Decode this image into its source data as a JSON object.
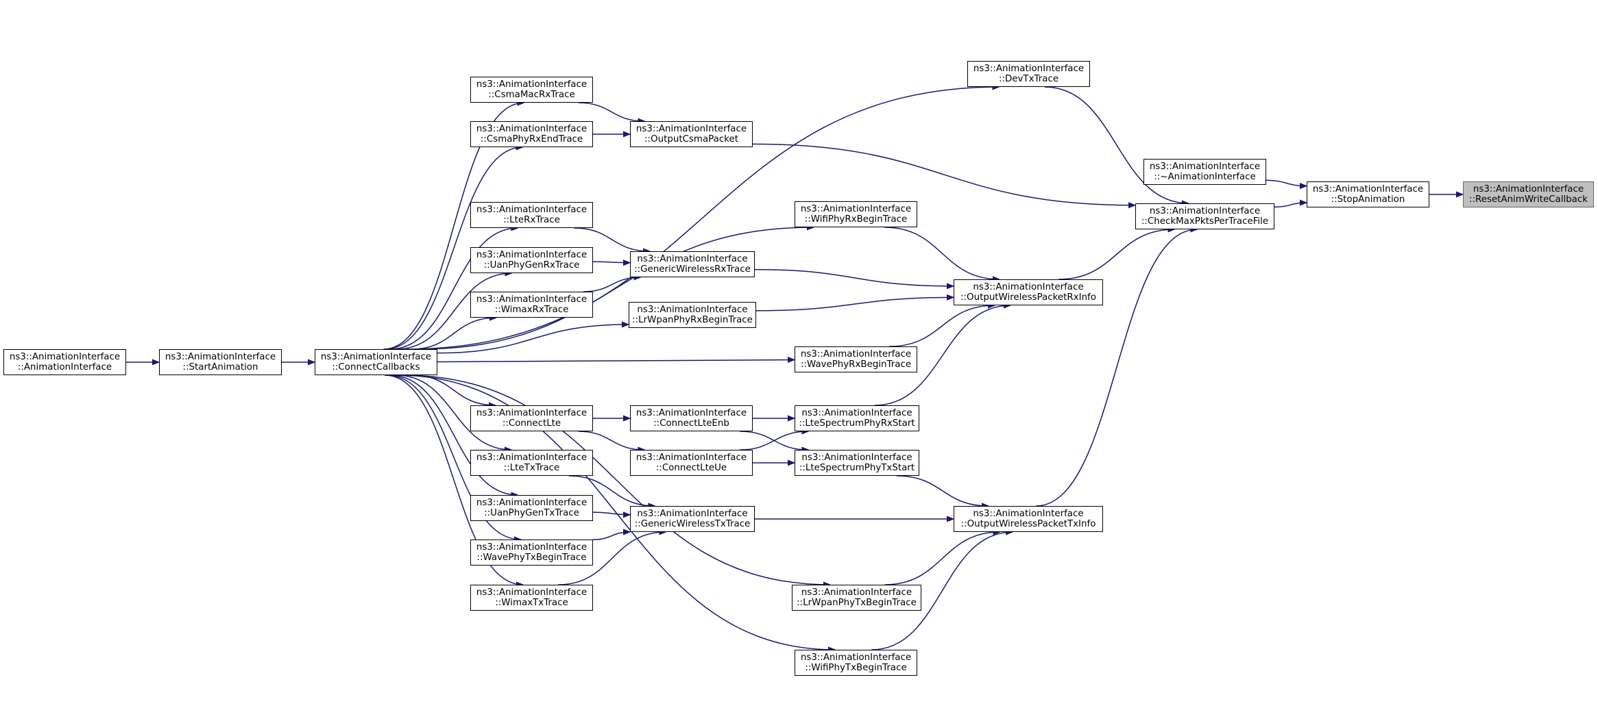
{
  "colors": {
    "edge": "#191970",
    "node_border": "#000000",
    "focus_fill": "#bfbfbf",
    "focus_border": "#666666"
  },
  "nodes": [
    {
      "id": "ctor",
      "line1": "ns3::AnimationInterface",
      "line2": "::AnimationInterface"
    },
    {
      "id": "start",
      "line1": "ns3::AnimationInterface",
      "line2": "::StartAnimation"
    },
    {
      "id": "cc",
      "line1": "ns3::AnimationInterface",
      "line2": "::ConnectCallbacks"
    },
    {
      "id": "csmaMac",
      "line1": "ns3::AnimationInterface",
      "line2": "::CsmaMacRxTrace"
    },
    {
      "id": "csmaPhy",
      "line1": "ns3::AnimationInterface",
      "line2": "::CsmaPhyRxEndTrace"
    },
    {
      "id": "lteRx",
      "line1": "ns3::AnimationInterface",
      "line2": "::LteRxTrace"
    },
    {
      "id": "uanRx",
      "line1": "ns3::AnimationInterface",
      "line2": "::UanPhyGenRxTrace"
    },
    {
      "id": "wimaxRx",
      "line1": "ns3::AnimationInterface",
      "line2": "::WimaxRxTrace"
    },
    {
      "id": "connLte",
      "line1": "ns3::AnimationInterface",
      "line2": "::ConnectLte"
    },
    {
      "id": "lteTx",
      "line1": "ns3::AnimationInterface",
      "line2": "::LteTxTrace"
    },
    {
      "id": "uanTx",
      "line1": "ns3::AnimationInterface",
      "line2": "::UanPhyGenTxTrace"
    },
    {
      "id": "waveTx",
      "line1": "ns3::AnimationInterface",
      "line2": "::WavePhyTxBeginTrace"
    },
    {
      "id": "wimaxTx",
      "line1": "ns3::AnimationInterface",
      "line2": "::WimaxTxTrace"
    },
    {
      "id": "outCsma",
      "line1": "ns3::AnimationInterface",
      "line2": "::OutputCsmaPacket"
    },
    {
      "id": "genRx",
      "line1": "ns3::AnimationInterface",
      "line2": "::GenericWirelessRxTrace"
    },
    {
      "id": "lrRx",
      "line1": "ns3::AnimationInterface",
      "line2": "::LrWpanPhyRxBeginTrace"
    },
    {
      "id": "enb",
      "line1": "ns3::AnimationInterface",
      "line2": "::ConnectLteEnb"
    },
    {
      "id": "ue",
      "line1": "ns3::AnimationInterface",
      "line2": "::ConnectLteUe"
    },
    {
      "id": "genTx",
      "line1": "ns3::AnimationInterface",
      "line2": "::GenericWirelessTxTrace"
    },
    {
      "id": "devTx",
      "line1": "ns3::AnimationInterface",
      "line2": "::DevTxTrace"
    },
    {
      "id": "wifiRx",
      "line1": "ns3::AnimationInterface",
      "line2": "::WifiPhyRxBeginTrace"
    },
    {
      "id": "waveRx",
      "line1": "ns3::AnimationInterface",
      "line2": "::WavePhyRxBeginTrace"
    },
    {
      "id": "specRx",
      "line1": "ns3::AnimationInterface",
      "line2": "::LteSpectrumPhyRxStart"
    },
    {
      "id": "specTx",
      "line1": "ns3::AnimationInterface",
      "line2": "::LteSpectrumPhyTxStart"
    },
    {
      "id": "lrTx",
      "line1": "ns3::AnimationInterface",
      "line2": "::LrWpanPhyTxBeginTrace"
    },
    {
      "id": "wifiTx",
      "line1": "ns3::AnimationInterface",
      "line2": "::WifiPhyTxBeginTrace"
    },
    {
      "id": "outRx",
      "line1": "ns3::AnimationInterface",
      "line2": "::OutputWirelessPacketRxInfo"
    },
    {
      "id": "outTx",
      "line1": "ns3::AnimationInterface",
      "line2": "::OutputWirelessPacketTxInfo"
    },
    {
      "id": "dtor",
      "line1": "ns3::AnimationInterface",
      "line2": "::~AnimationInterface"
    },
    {
      "id": "check",
      "line1": "ns3::AnimationInterface",
      "line2": "::CheckMaxPktsPerTraceFile"
    },
    {
      "id": "stop",
      "line1": "ns3::AnimationInterface",
      "line2": "::StopAnimation"
    },
    {
      "id": "reset",
      "line1": "ns3::AnimationInterface",
      "line2": "::ResetAnimWriteCallback"
    }
  ],
  "edges": [
    [
      "ctor",
      "start"
    ],
    [
      "start",
      "cc"
    ],
    [
      "cc",
      "csmaMac"
    ],
    [
      "cc",
      "csmaPhy"
    ],
    [
      "cc",
      "lteRx"
    ],
    [
      "cc",
      "uanRx"
    ],
    [
      "cc",
      "wimaxRx"
    ],
    [
      "cc",
      "connLte"
    ],
    [
      "cc",
      "lteTx"
    ],
    [
      "cc",
      "uanTx"
    ],
    [
      "cc",
      "waveTx"
    ],
    [
      "cc",
      "wimaxTx"
    ],
    [
      "cc",
      "devTx"
    ],
    [
      "cc",
      "wifiRx"
    ],
    [
      "cc",
      "lrRx"
    ],
    [
      "cc",
      "waveRx"
    ],
    [
      "cc",
      "lrTx"
    ],
    [
      "cc",
      "wifiTx"
    ],
    [
      "csmaMac",
      "outCsma"
    ],
    [
      "csmaPhy",
      "outCsma"
    ],
    [
      "lteRx",
      "genRx"
    ],
    [
      "uanRx",
      "genRx"
    ],
    [
      "wimaxRx",
      "genRx"
    ],
    [
      "connLte",
      "enb"
    ],
    [
      "connLte",
      "ue"
    ],
    [
      "enb",
      "specRx"
    ],
    [
      "enb",
      "specTx"
    ],
    [
      "ue",
      "specRx"
    ],
    [
      "ue",
      "specTx"
    ],
    [
      "lteTx",
      "genTx"
    ],
    [
      "uanTx",
      "genTx"
    ],
    [
      "waveTx",
      "genTx"
    ],
    [
      "wimaxTx",
      "genTx"
    ],
    [
      "genRx",
      "outRx"
    ],
    [
      "lrRx",
      "outRx"
    ],
    [
      "wifiRx",
      "outRx"
    ],
    [
      "waveRx",
      "outRx"
    ],
    [
      "specRx",
      "outRx"
    ],
    [
      "genTx",
      "outTx"
    ],
    [
      "specTx",
      "outTx"
    ],
    [
      "lrTx",
      "outTx"
    ],
    [
      "wifiTx",
      "outTx"
    ],
    [
      "devTx",
      "check"
    ],
    [
      "outCsma",
      "check"
    ],
    [
      "outRx",
      "check"
    ],
    [
      "outTx",
      "check"
    ],
    [
      "check",
      "stop"
    ],
    [
      "dtor",
      "stop"
    ],
    [
      "stop",
      "reset"
    ]
  ]
}
